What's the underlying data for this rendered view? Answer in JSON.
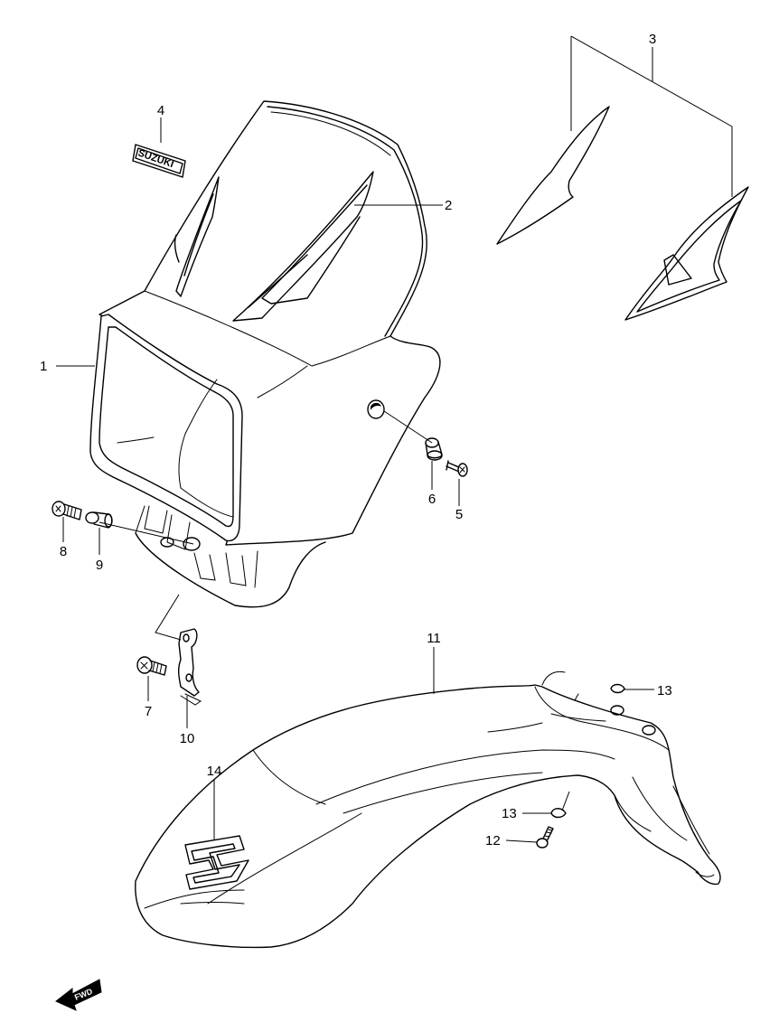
{
  "diagram": {
    "callouts": [
      "1",
      "2",
      "3",
      "4",
      "5",
      "6",
      "7",
      "8",
      "9",
      "10",
      "11",
      "12",
      "13",
      "13",
      "14"
    ],
    "emblem_text": "SUZUKI",
    "fwd_label": "FWD"
  }
}
